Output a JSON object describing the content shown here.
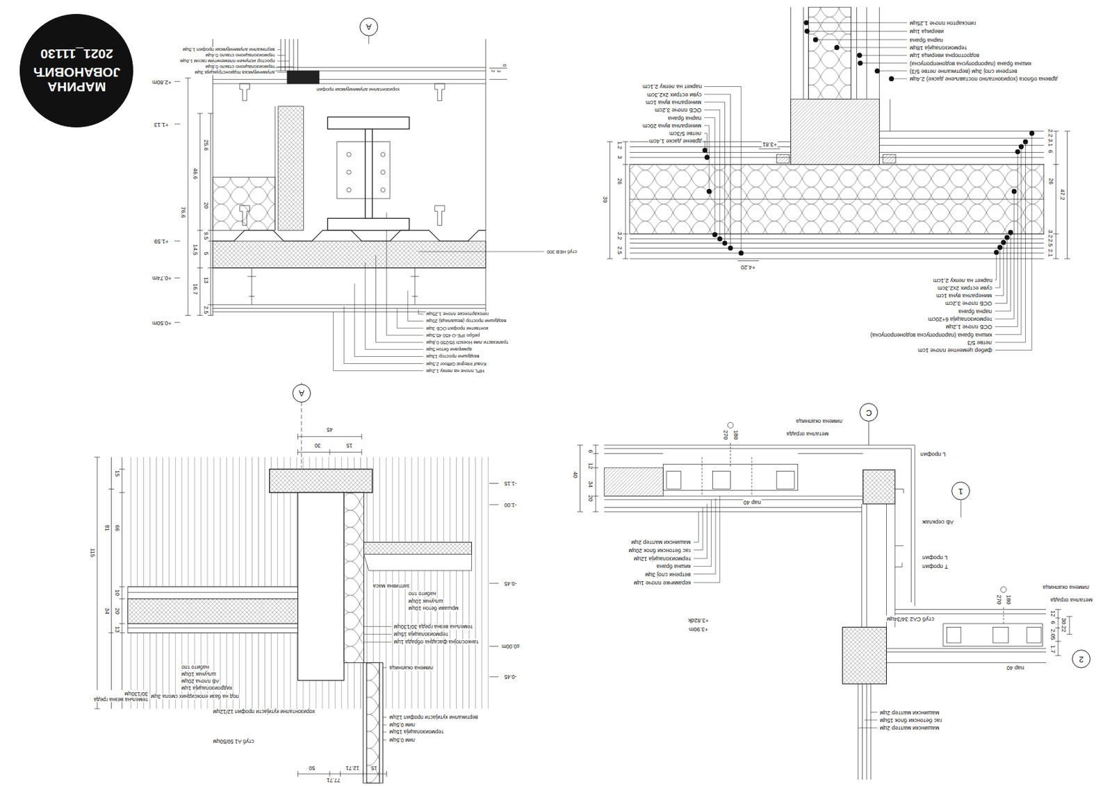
{
  "diagram": {
    "nodes": [
      {
        "text": [
          "МАРИНА ЈОВАНОВИЋ",
          "2021_11130"
        ]
      },
      {
        "text": [
          "A"
        ]
      },
      {
        "text": [
          "A"
        ]
      },
      {
        "text": [
          "C"
        ]
      },
      {
        "text": [
          "1"
        ]
      },
      {
        "text": [
          "2"
        ]
      }
    ],
    "labels": [
      "гипскартон плоче 1,25цм",
      "иверица 1цм",
      "парна брана",
      "термоизолација 18цм",
      "водоотпорна иверица 1цм",
      "кишна брана (паропропусна водонепропусна)",
      "ветрени слој 3цм (вертикалне летве 5/3)",
      "дрвена облога (хоризонтално постављене даске) 2,4цм",
      "паркет на лепку 2,1cm",
      "суви естрих 2x2,3cm",
      "минерална вуна 1cm",
      "ОСБ плоче 3,2cm",
      "парна брана",
      "минерална вуна 20cm",
      "летве 5/3cm",
      "дрвене даске 1,4cm",
      "+3.81",
      "+4.20",
      "паркет на лепку 2,1cm",
      "суви естрих 2x2,3cm",
      "минерална вуна 1cm",
      "ОСБ плоче 3,2cm",
      "парна брана",
      "термоизолација 6+20cm",
      "ОСБ плоче 1,2цм",
      "кишна брана (паропропусна водонепропусна)",
      "летве 5/3",
      "фибер цементне плоче 1cm",
      "1.2",
      "3",
      "26",
      "39",
      "3.2",
      "2.5",
      "2.2",
      "3.1",
      "6",
      "26",
      "47.2",
      "3.2",
      "2.5",
      "2.1",
      "вертикални алуминијумски профил 1,5цм",
      "термоизолационо стакло 0,4цм",
      "простор испуњен племенитим гасом 1,6цм",
      "термоизолационо стакло 0,8цм",
      "алуминијумска подконструкција 3цм",
      "хоризонтални алуминијумски профил",
      "+2.80m",
      "+1.13",
      "+1.59",
      "+0.74m",
      "+0.50m",
      "25.6",
      "46.6",
      "76.6",
      "20",
      "9.5",
      "14.5",
      "5",
      "13",
      "16.7",
      "2.5",
      "2",
      "3",
      "6",
      "гипскартонске плоче 1,25цм",
      "ваздушни простор (вешалица) 20цм",
      "контактни профил ОСБ 3цм",
      "ребро IPE-O 450 45,5цм",
      "трапезасти лим Hoesch 95/250 0,8цм",
      "армирани бетон 5цм",
      "ваздушни простор 13цм",
      "Knauf Integral Giffloor 2,5цм",
      "HPL плоче на лепку 1,2цм",
      "стуб HEB 300",
      "45",
      "30",
      "15",
      "-1.15",
      "-1.00",
      "-0.45",
      "±0.00m",
      "-0.45",
      "заптивна маса",
      "набито тло",
      "шљунак 10цм",
      "мршави бетон 10цм",
      "темељна везна греда 30/130цм",
      "термоизолација 15цм",
      "танкослојна фасадна обрада 1цм",
      "лимена окапница",
      "набито тло",
      "шљунак 10цм",
      "АБ плоча 20цм",
      "хидроизолација 1цм",
      "под на бази епоксидних смола 3цм",
      "темељна везна греда 30/130цм",
      "хоризонтални кутијасти профил 12/12цм",
      "вертикални кутијасти профил 12цм",
      "лим 0,5цм",
      "термоизолација 15цм",
      "лим 0,5цм",
      "стуб А1 50/50цм",
      "77.71",
      "50",
      "12.71",
      "15",
      "115",
      "81",
      "66",
      "15",
      "10",
      "34",
      "20",
      "13",
      "лимена окапница",
      "метална ограда",
      "L профил",
      "АБ серклаж",
      "L профил",
      "T профил",
      "лимена окапница",
      "метална ограда",
      "стуб СА2 34/34цм",
      "керамичке плоче 1цм",
      "ветрени слој 3цм",
      "кишна брана",
      "термоизолација 12цм",
      "гас бетонски блок 20цм",
      "машински малтер 2цм",
      "+3.90m",
      "+3.82dk",
      "пар 40",
      "пар 40",
      "270",
      "180",
      "270",
      "180",
      "6",
      "12",
      "34",
      "20",
      "40",
      "30.22",
      "12",
      "6",
      "2.05",
      "1.7",
      "машински малтер 2цм",
      "гас бетонски блок 15цм",
      "машински малтер 2цм"
    ]
  }
}
